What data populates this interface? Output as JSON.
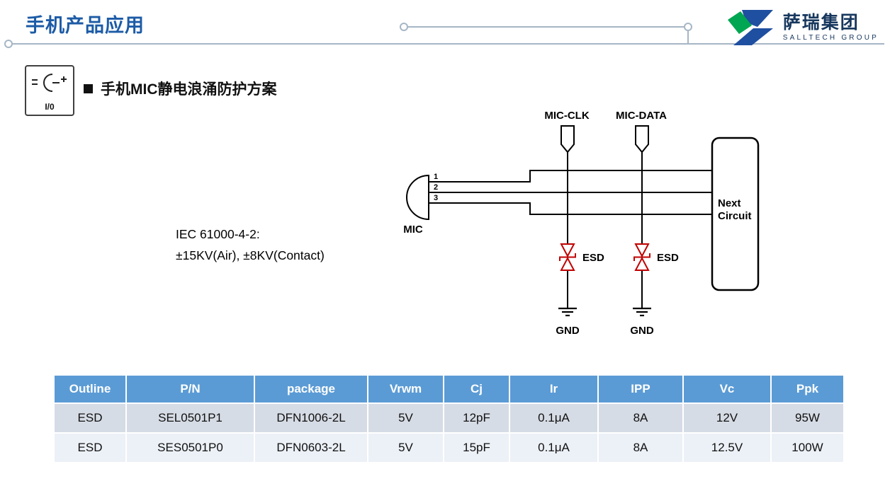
{
  "page": {
    "title": "手机产品应用",
    "section_heading": "手机MIC静电浪涌防护方案",
    "io_icon_label": "I/0"
  },
  "logo": {
    "name": "萨瑞集团",
    "subtitle": "SALLTECH GROUP",
    "navy": "#17375D",
    "green": "#00A651",
    "blue": "#1F4FA0"
  },
  "diagram": {
    "connectors": [
      "MIC-CLK",
      "MIC-DATA"
    ],
    "pins": [
      "1",
      "2",
      "3"
    ],
    "mic_label": "MIC",
    "esd_labels": [
      "ESD",
      "ESD"
    ],
    "gnd_labels": [
      "GND",
      "GND"
    ],
    "next_circuit": [
      "Next",
      "Circuit"
    ],
    "note_line1": "IEC 61000-4-2:",
    "note_line2": "±15KV(Air), ±8KV(Contact)",
    "esd_color": "#C00000",
    "wire_color": "#000000"
  },
  "colors": {
    "title_blue": "#1C5BA6",
    "table_header_bg": "#5B9BD5",
    "table_row_odd": "#D6DCE5",
    "table_row_even": "#ECF1F7",
    "deco_line": "#A6B6C5"
  },
  "table": {
    "headers": [
      "Outline",
      "P/N",
      "package",
      "Vrwm",
      "Cj",
      "Ir",
      "IPP",
      "Vc",
      "Ppk"
    ],
    "rows": [
      [
        "ESD",
        "SEL0501P1",
        "DFN1006-2L",
        "5V",
        "12pF",
        "0.1μA",
        "8A",
        "12V",
        "95W"
      ],
      [
        "ESD",
        "SES0501P0",
        "DFN0603-2L",
        "5V",
        "15pF",
        "0.1μA",
        "8A",
        "12.5V",
        "100W"
      ]
    ]
  }
}
